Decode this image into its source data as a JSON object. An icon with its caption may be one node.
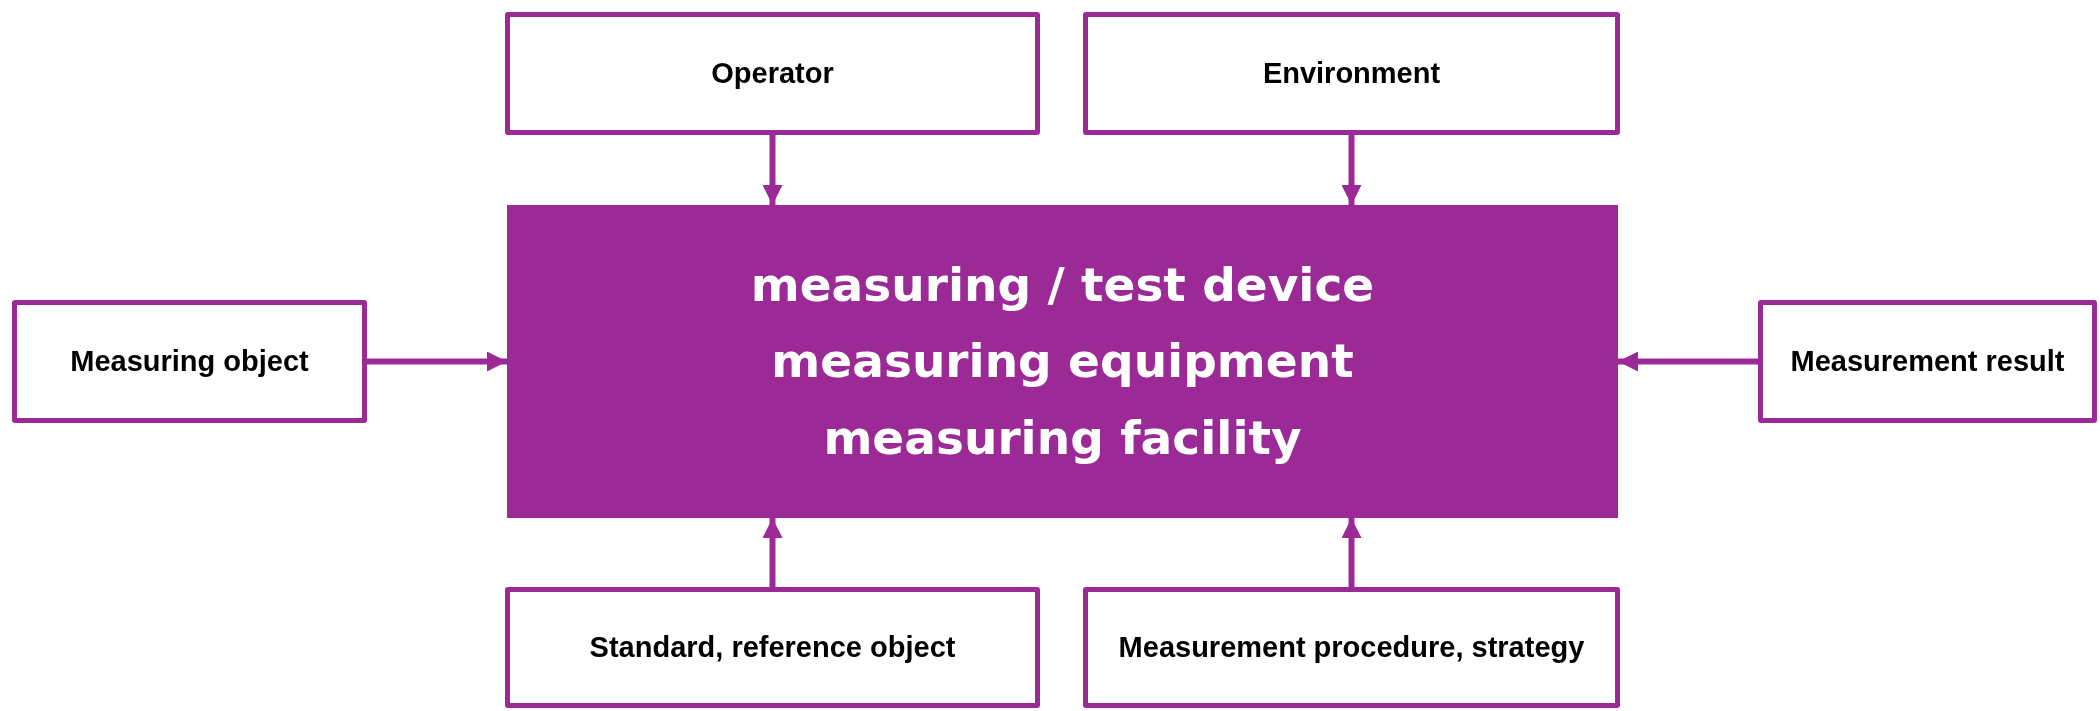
{
  "diagram": {
    "nodes": [
      {
        "text": [
          "Operator"
        ]
      },
      {
        "text": [
          "Environment"
        ]
      },
      {
        "text": [
          "Measuring object"
        ]
      },
      {
        "text": [
          "measuring / test device",
          "measuring equipment",
          "measuring facility"
        ]
      },
      {
        "text": [
          "Measurement result"
        ]
      },
      {
        "text": [
          "Standard, reference object"
        ]
      },
      {
        "text": [
          "Measurement procedure, strategy"
        ]
      }
    ],
    "edges": [
      {
        "from": 0,
        "to": 3,
        "arrow": "to"
      },
      {
        "from": 1,
        "to": 3,
        "arrow": "to"
      },
      {
        "from": 2,
        "to": 3,
        "arrow": "to"
      },
      {
        "from": 4,
        "to": 3,
        "arrow": "to"
      },
      {
        "from": 5,
        "to": 3,
        "arrow": "to"
      },
      {
        "from": 6,
        "to": 3,
        "arrow": "to"
      }
    ]
  }
}
